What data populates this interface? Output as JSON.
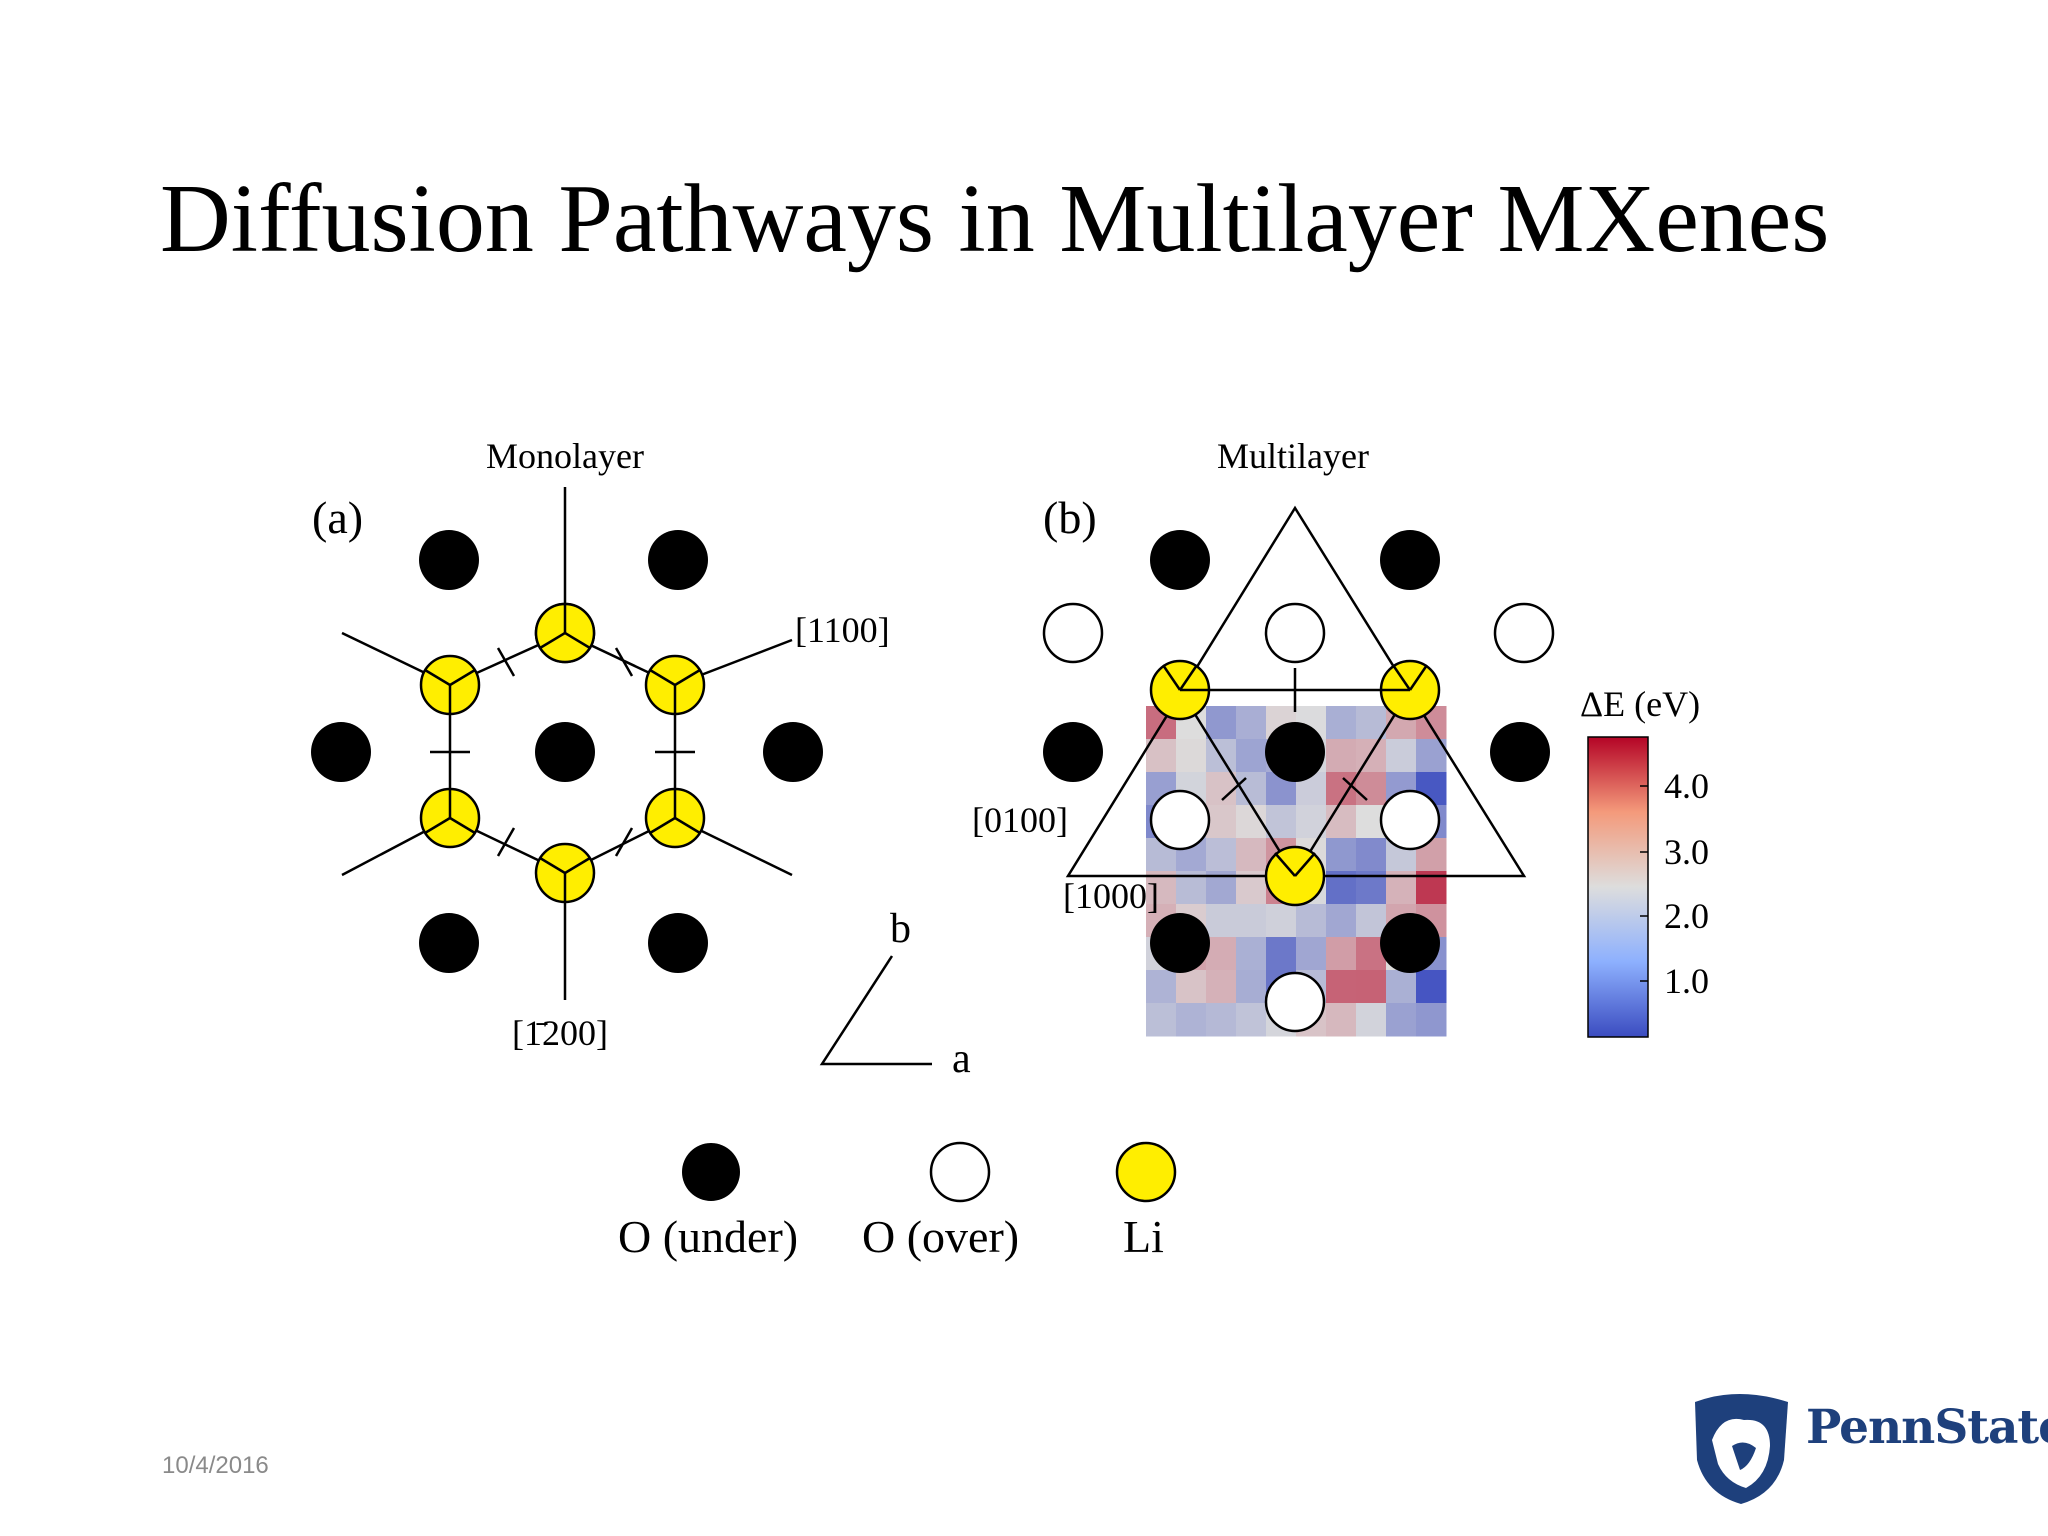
{
  "slide": {
    "title": "Diffusion Pathways in Multilayer MXenes",
    "date": "10/4/2016",
    "logo_text": "PennState"
  },
  "panel_a": {
    "header": "Monolayer",
    "label": "(a)",
    "direction_upper_right": "[1100]",
    "direction_bottom": "[1̄200]"
  },
  "panel_b": {
    "header": "Multilayer",
    "label": "(b)",
    "direction_0100": "[0100]",
    "direction_1000": "[1000]"
  },
  "axes": {
    "b": "b",
    "a": "a"
  },
  "colorbar": {
    "title": "ΔE (eV)",
    "ticks": [
      "4.0",
      "3.0",
      "2.0",
      "1.0"
    ],
    "colors": {
      "high": "#b2182b",
      "mid": "#dcdcdc",
      "low": "#3b4cc0"
    }
  },
  "legend": {
    "o_under": "O (under)",
    "o_over": "O (over)",
    "li": "Li",
    "colors": {
      "o_under": "#000000",
      "o_over": "#ffffff",
      "li": "#ffee00"
    }
  }
}
